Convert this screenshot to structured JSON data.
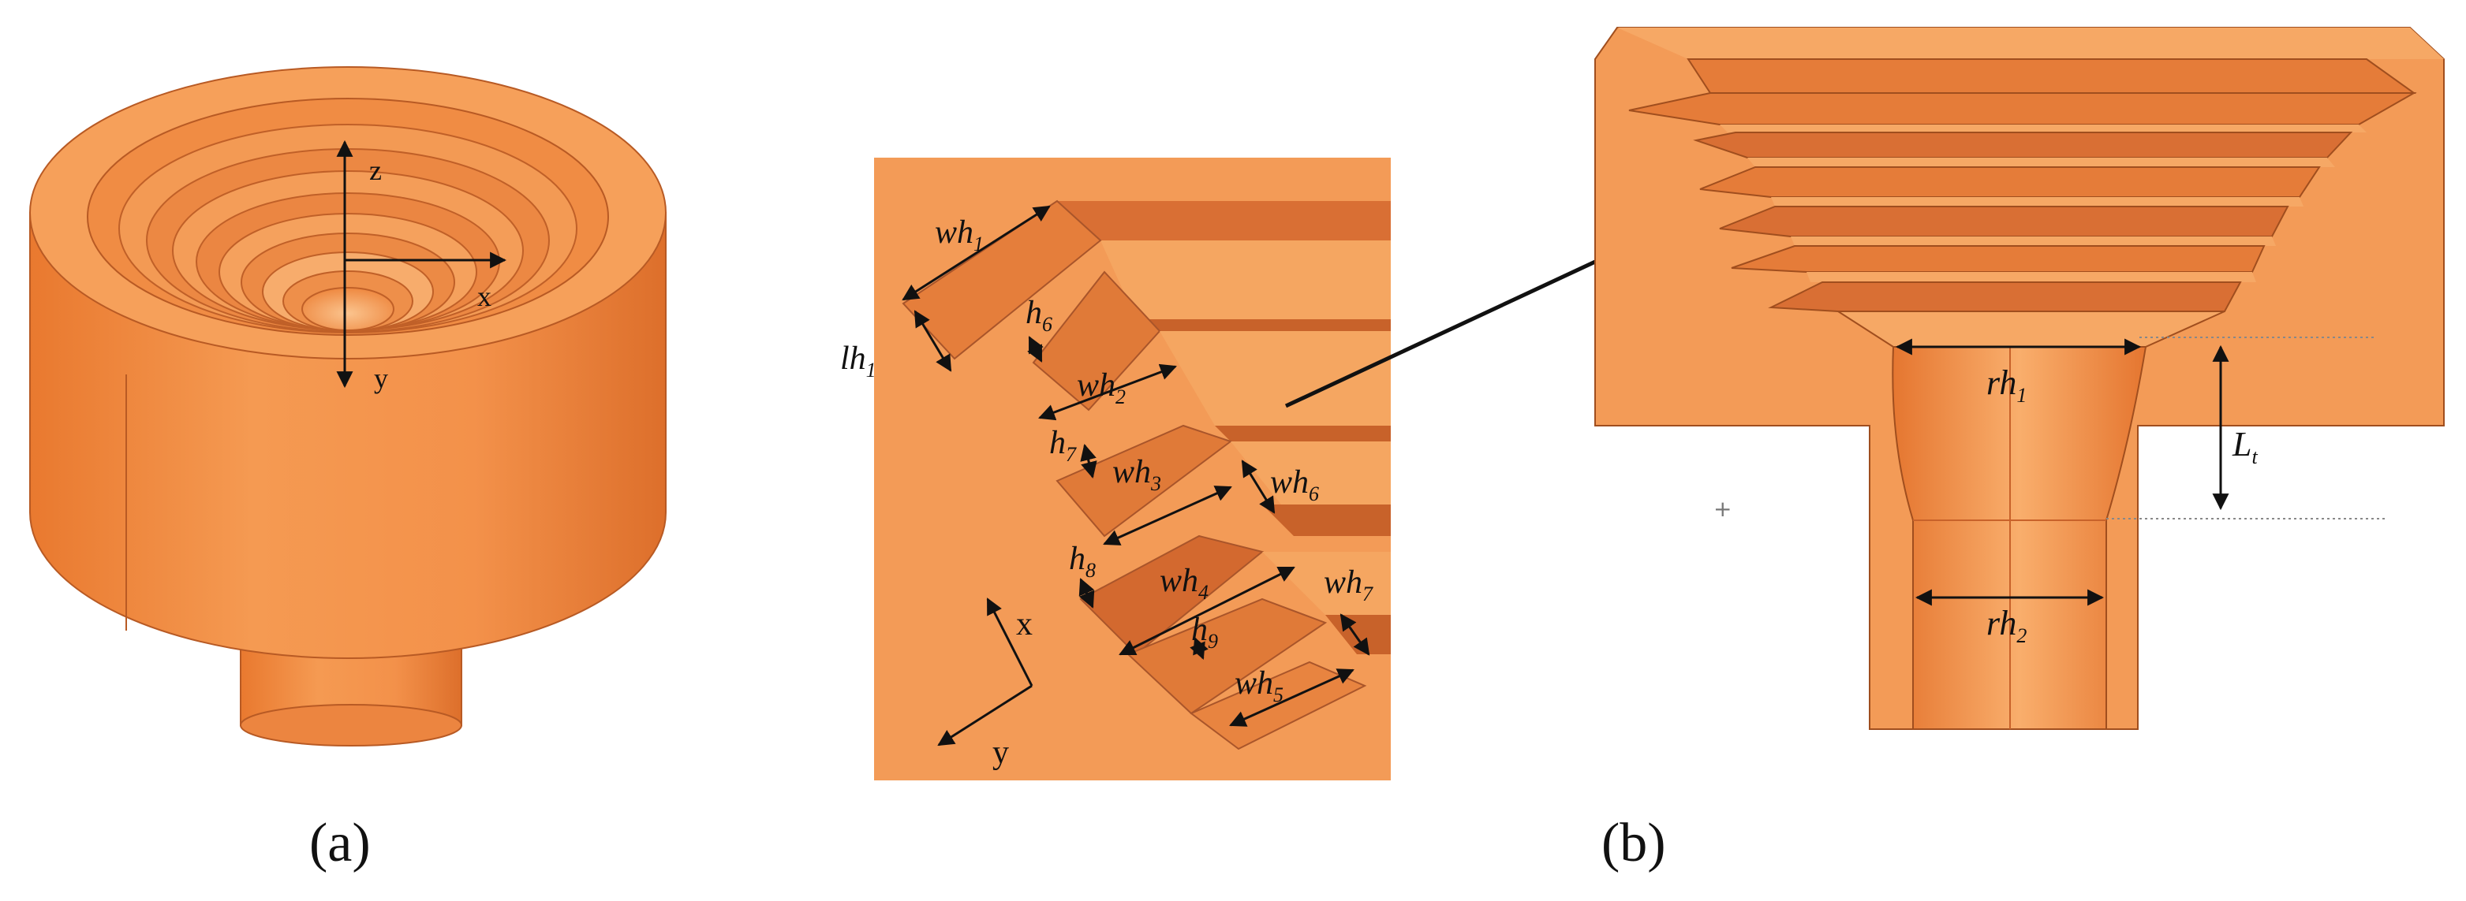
{
  "panels": {
    "a": {
      "caption": "(a)",
      "axes": {
        "z": "z",
        "x": "x",
        "y": "y"
      }
    },
    "b": {
      "caption": "(b)",
      "detail_axes": {
        "x": "x",
        "y": "y"
      },
      "detail_labels": [
        {
          "base": "wh",
          "sub": "1"
        },
        {
          "base": "lh",
          "sub": "1"
        },
        {
          "base": "h",
          "sub": "6"
        },
        {
          "base": "wh",
          "sub": "2"
        },
        {
          "base": "h",
          "sub": "7"
        },
        {
          "base": "wh",
          "sub": "3"
        },
        {
          "base": "wh",
          "sub": "6"
        },
        {
          "base": "h",
          "sub": "8"
        },
        {
          "base": "wh",
          "sub": "4"
        },
        {
          "base": "wh",
          "sub": "7"
        },
        {
          "base": "h",
          "sub": "9"
        },
        {
          "base": "wh",
          "sub": "5"
        }
      ],
      "section_labels": [
        {
          "base": "rh",
          "sub": "1"
        },
        {
          "base": "L",
          "sub": "t"
        },
        {
          "base": "rh",
          "sub": "2"
        }
      ]
    }
  },
  "colors": {
    "copper_light": "#F7A460",
    "copper": "#F28C45",
    "copper_mid": "#E97B36",
    "copper_dark": "#C8622A",
    "outline": "#A04E1E",
    "annotation": "#111111"
  }
}
